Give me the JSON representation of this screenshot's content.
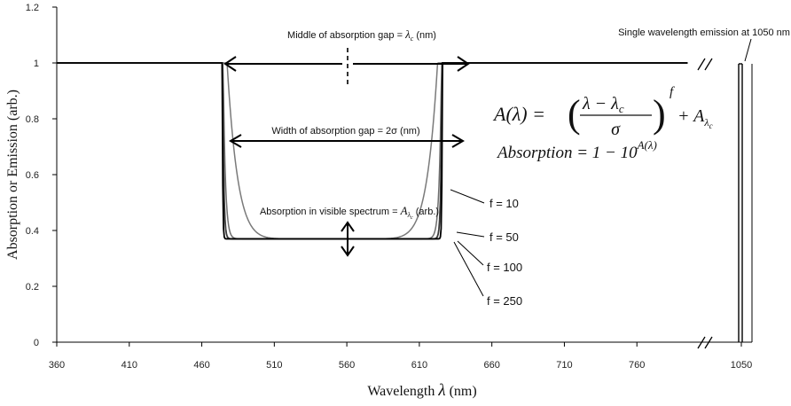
{
  "chart_data": {
    "type": "line",
    "xlabel": "Wavelength",
    "xlabel_symbol": "λ",
    "xlabel_unit": "(nm)",
    "ylabel": "Absorption or Emission (arb.)",
    "ylim": [
      0,
      1.2
    ],
    "y_ticks": [
      0,
      0.2,
      0.4,
      0.6,
      0.8,
      1,
      1.2
    ],
    "y_tick_labels": [
      "0",
      "0.2",
      "0.4",
      "0.6",
      "0.8",
      "1",
      "1.2"
    ],
    "xlim": [
      360,
      810
    ],
    "x_ticks": [
      360,
      410,
      460,
      510,
      560,
      610,
      660,
      710,
      760
    ],
    "x_tick_labels": [
      "360",
      "410",
      "460",
      "510",
      "560",
      "610",
      "660",
      "710",
      "760"
    ],
    "x_break_tick_label": "1050",
    "grid": false,
    "model": {
      "lambda_c": 550,
      "sigma": 76,
      "A_visible": 0.37
    },
    "series": [
      {
        "name": "f = 10",
        "f": 10,
        "color": "#7a7a7a"
      },
      {
        "name": "f = 50",
        "f": 50,
        "color": "#6e6e6e"
      },
      {
        "name": "f = 100",
        "f": 100,
        "color": "#3a3a3a"
      },
      {
        "name": "f = 250",
        "f": 250,
        "color": "#000000"
      }
    ],
    "emission_line": {
      "wavelength": 1050,
      "value": 1
    },
    "annotations": {
      "middle_gap_prefix": "Middle of absorption gap = ",
      "middle_gap_symbol": "λ",
      "middle_gap_sub": "c",
      "middle_gap_unit": " (nm)",
      "width_gap": "Width of absorption gap = 2σ (nm)",
      "visible_prefix": "Absorption in visible spectrum = ",
      "visible_symbol": "A",
      "visible_sub": "λ",
      "visible_subsub": "c",
      "visible_unit": " (arb.)",
      "emission": "Single wavelength emission at 1050 nm"
    },
    "equations": {
      "eq1_lhs": "A(λ) = ",
      "eq1_num": "λ − λ",
      "eq1_num_sub": "c",
      "eq1_den": "σ",
      "eq1_exp": "f",
      "eq1_tail": " + A",
      "eq1_tail_sub": "λ",
      "eq1_tail_subsub": "c",
      "eq2": "Absorption = 1 − 10",
      "eq2_exp": "A(λ)"
    }
  }
}
